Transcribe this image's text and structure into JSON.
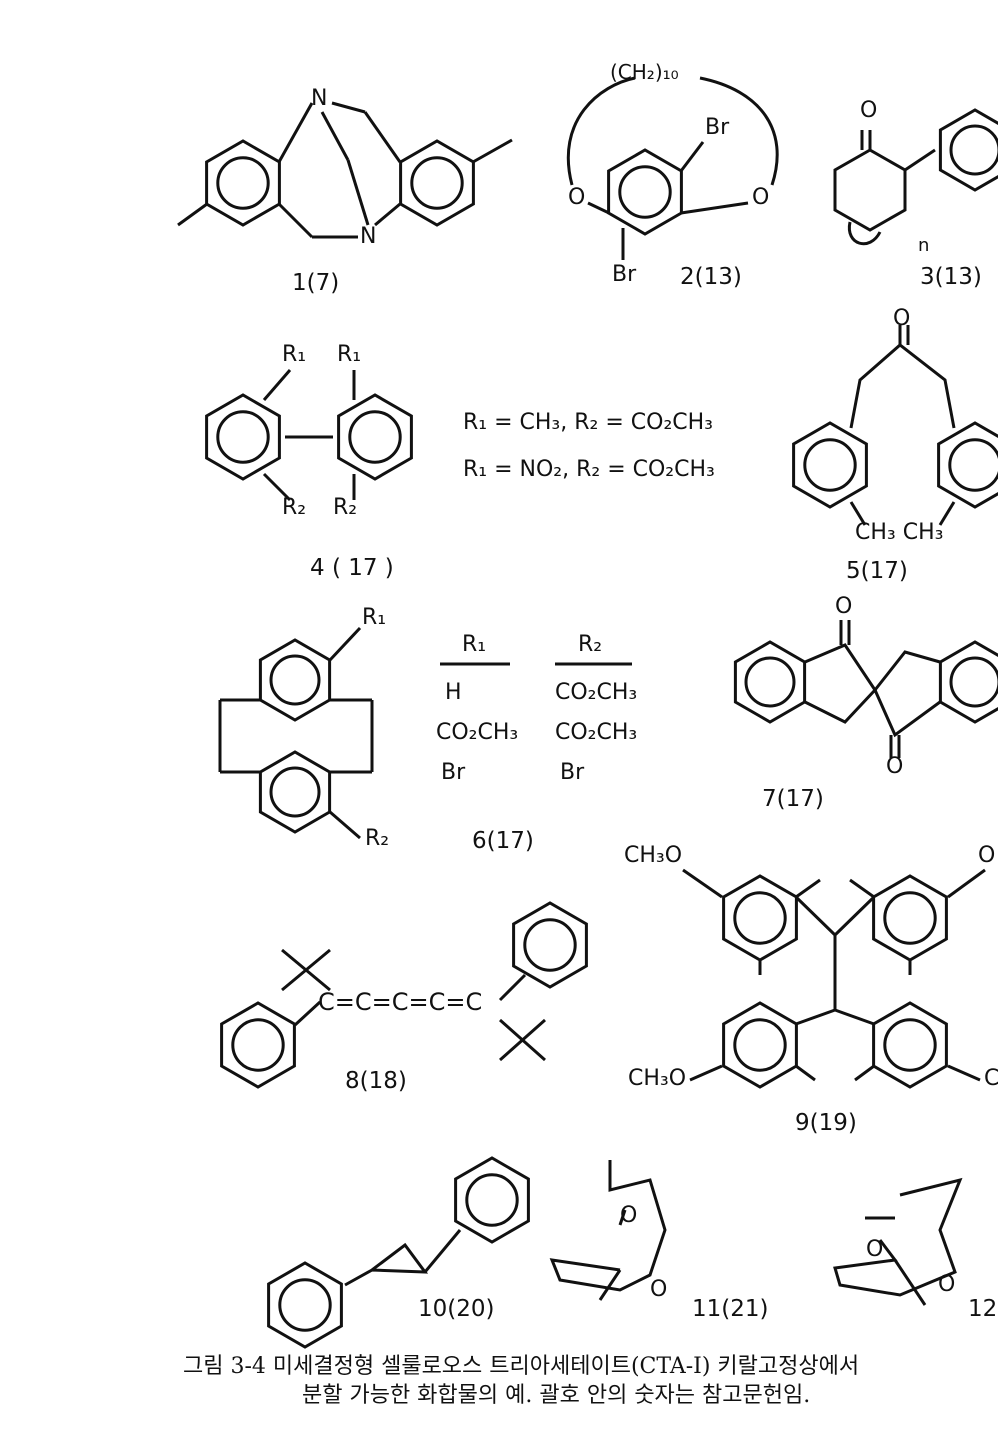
{
  "compounds": [
    {
      "label": "1(7)",
      "atoms": [
        "N",
        "N"
      ]
    },
    {
      "label": "2(13)",
      "atoms": [
        "(CH₂)₁₀",
        "Br",
        "Br",
        "O",
        "O"
      ]
    },
    {
      "label": "3(13)",
      "atoms": [
        "O",
        "n"
      ]
    },
    {
      "label": "4 ( 17 )",
      "atoms": [
        "R₁",
        "R₁",
        "R₂",
        "R₂"
      ],
      "substituents": [
        "R₁ = CH₃,  R₂ = CO₂CH₃",
        "R₁ = NO₂,  R₂ = CO₂CH₃"
      ]
    },
    {
      "label": "5(17)",
      "atoms": [
        "O",
        "CH₃  CH₃"
      ]
    },
    {
      "label": "6(17)",
      "atoms": [
        "R₁",
        "R₂"
      ],
      "table": {
        "headers": [
          "R₁",
          "R₂"
        ],
        "rows": [
          [
            "H",
            "CO₂CH₃"
          ],
          [
            "CO₂CH₃",
            "CO₂CH₃"
          ],
          [
            "Br",
            "Br"
          ]
        ]
      }
    },
    {
      "label": "7(17)",
      "atoms": [
        "O",
        "O"
      ]
    },
    {
      "label": "8(18)",
      "atoms": [
        "C=C=C=C=C"
      ]
    },
    {
      "label": "9(19)",
      "atoms": [
        "CH₃O",
        "O",
        "CH₃O",
        "C"
      ]
    },
    {
      "label": "10(20)",
      "atoms": []
    },
    {
      "label": "11(21)",
      "atoms": [
        "O",
        "O"
      ]
    },
    {
      "label": "12",
      "atoms": [
        "O",
        "O"
      ]
    }
  ],
  "caption": {
    "line1": "그림 3-4  미세결정형  셀룰로오스  트리아세테이트(CTA-I)  키랄고정상에서",
    "line2": "분할 가능한 화합물의 예.  괄호 안의 숫자는 참고문헌임."
  }
}
